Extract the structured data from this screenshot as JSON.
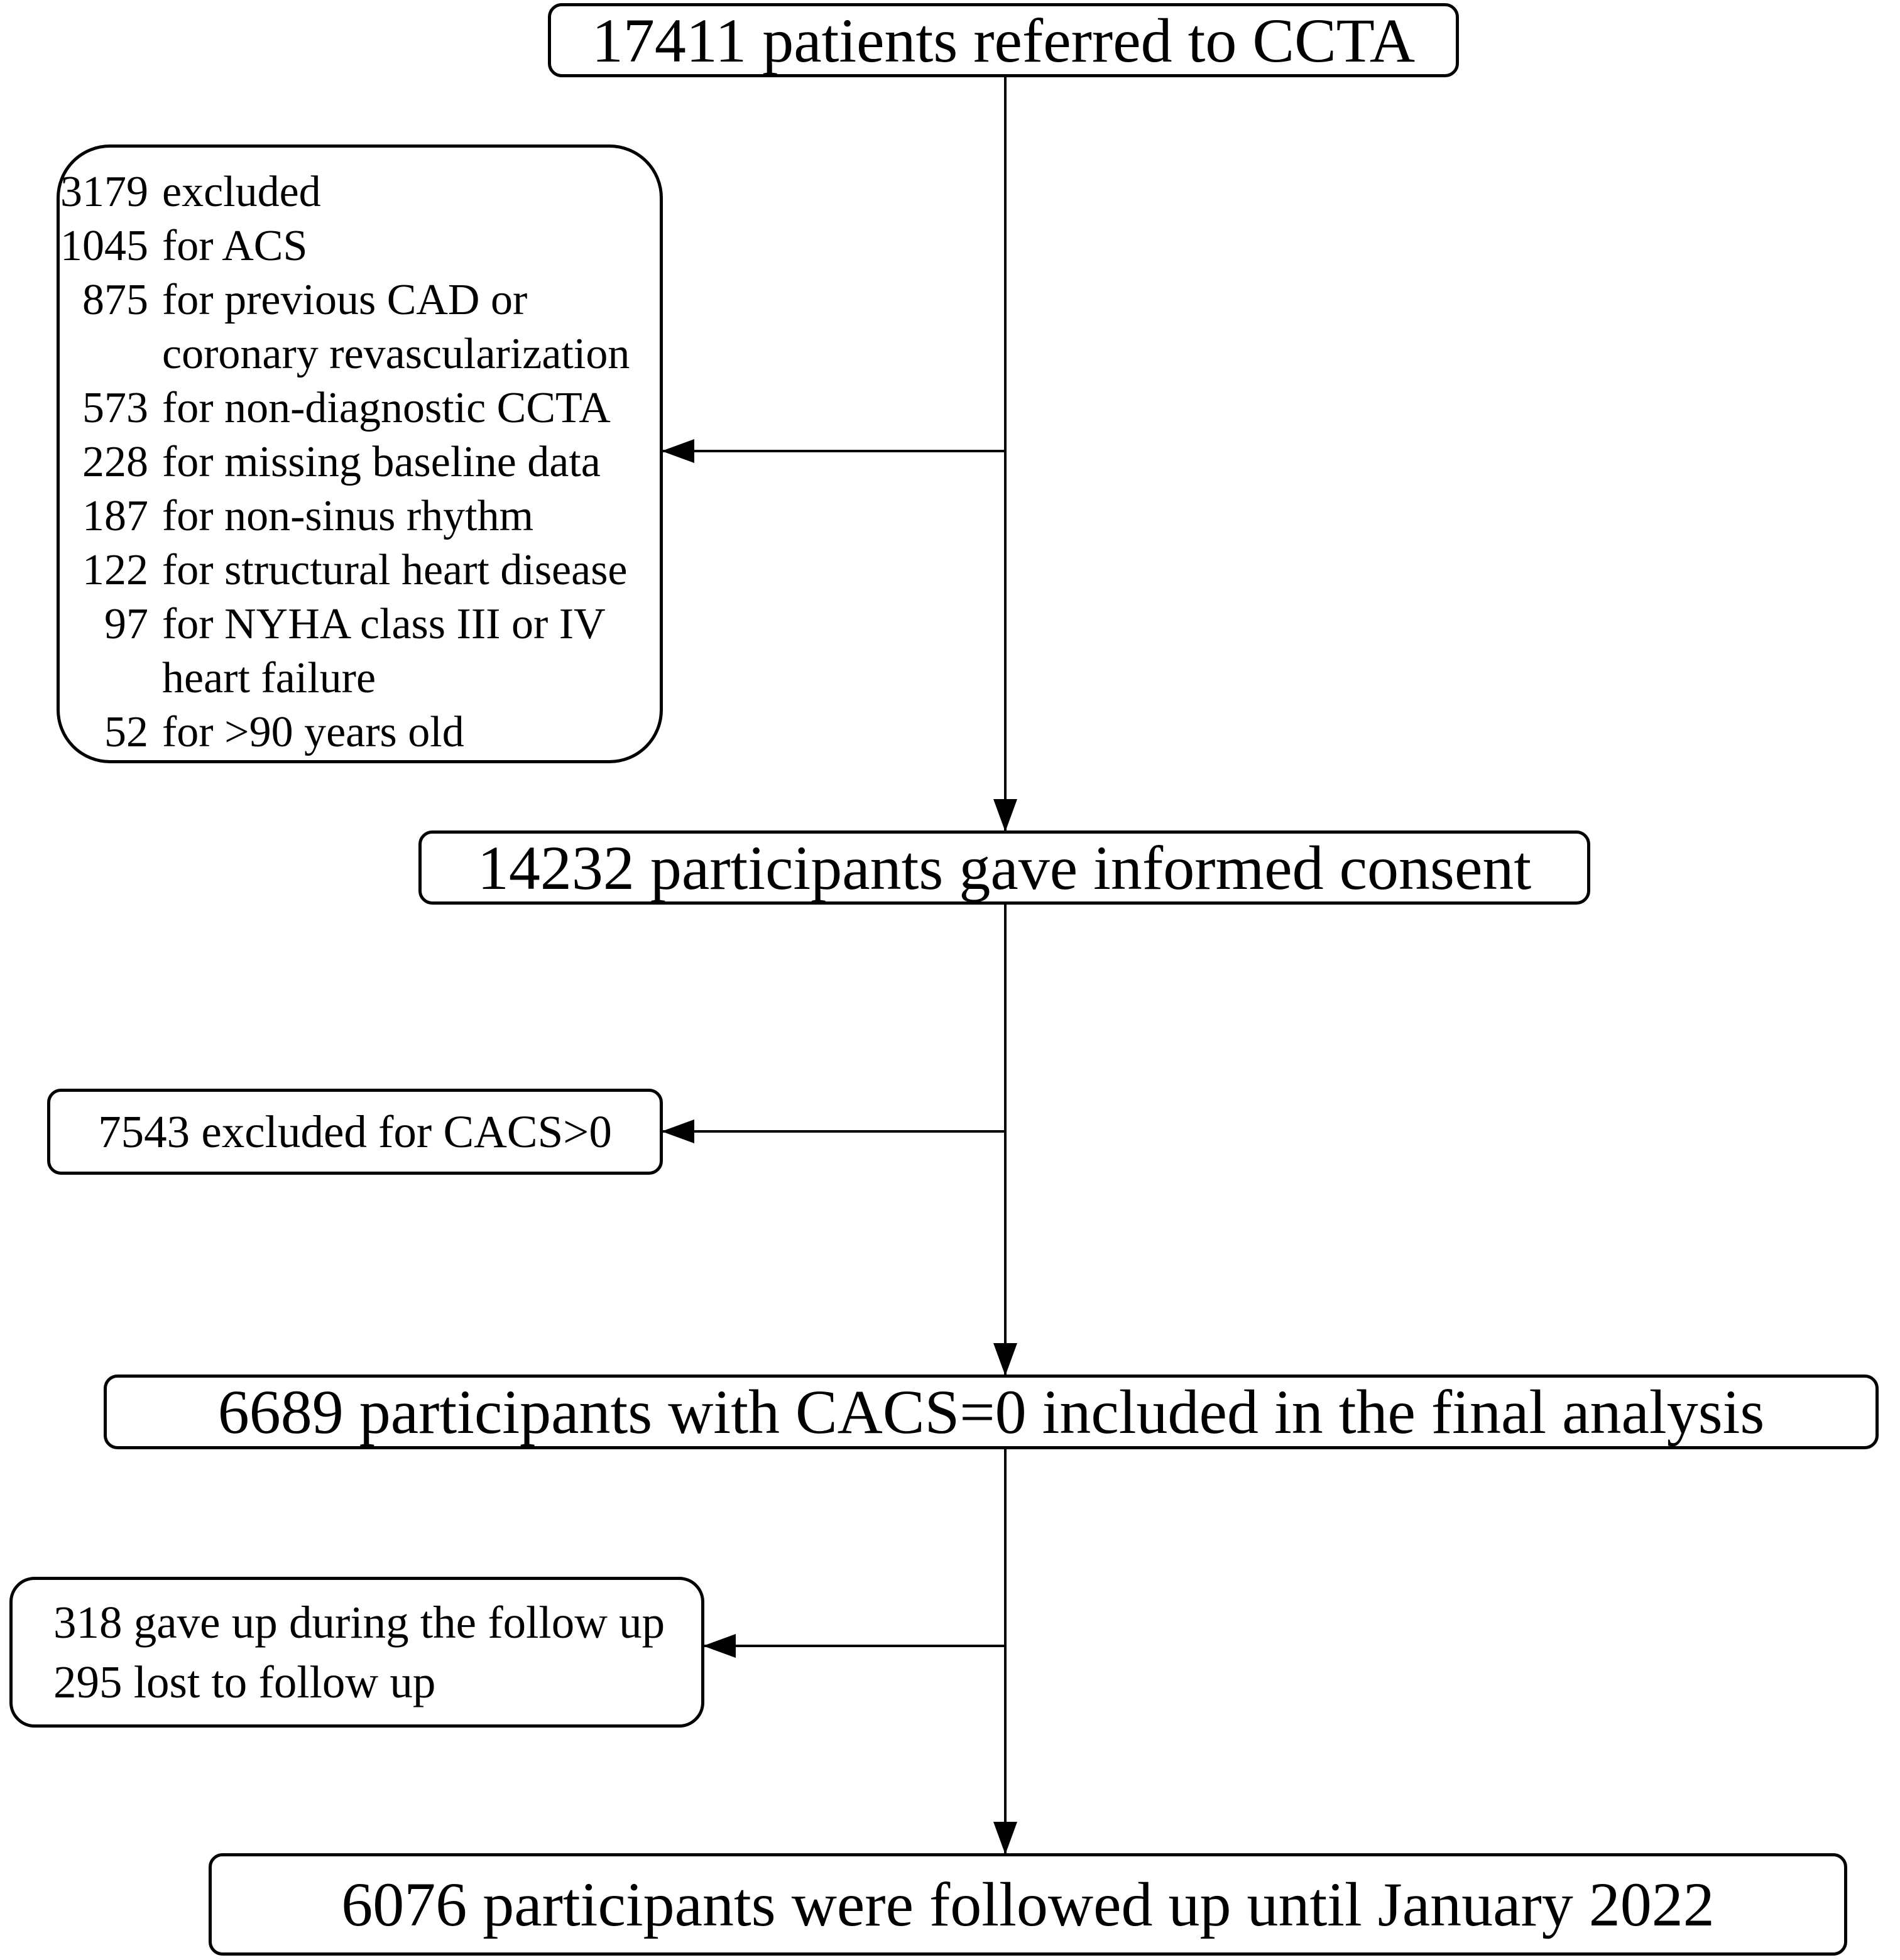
{
  "figure": {
    "type": "patient-flow-diagram",
    "colors": {
      "background": "#ffffff",
      "line": "#000000",
      "text": "#000000"
    }
  },
  "boxes": {
    "referred": {
      "text": "17411 patients referred to CCTA"
    },
    "excluded": {
      "items": [
        {
          "num": "3179",
          "text": "excluded"
        },
        {
          "num": "1045",
          "text": "for ACS"
        },
        {
          "num": "875",
          "text": "for previous CAD or",
          "cont": "coronary revascularization"
        },
        {
          "num": "573",
          "text": "for non-diagnostic CCTA"
        },
        {
          "num": "228",
          "text": "for missing baseline data"
        },
        {
          "num": "187",
          "text": "for non-sinus rhythm"
        },
        {
          "num": "122",
          "text": "for structural heart disease"
        },
        {
          "num": "97",
          "text": "for NYHA class III or IV",
          "cont": "heart failure"
        },
        {
          "num": "52",
          "text": "for >90 years old"
        }
      ]
    },
    "consent": {
      "text": "14232 participants gave informed consent"
    },
    "cacs_excluded": {
      "text": "7543 excluded for CACS>0"
    },
    "analysis": {
      "text": "6689 participants with CACS=0 included in the final analysis"
    },
    "followup_loss": {
      "lines": [
        "318 gave up during the follow up",
        "295 lost to follow up"
      ]
    },
    "followed": {
      "text": "6076 participants were followed up until January 2022"
    }
  }
}
